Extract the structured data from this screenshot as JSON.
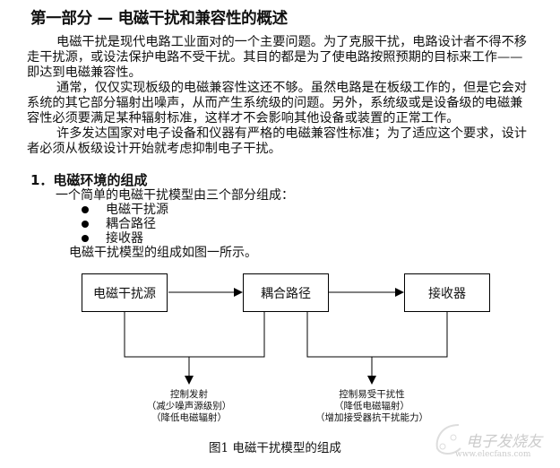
{
  "title": "第一部分 — 电磁干扰和兼容性的概述",
  "intro_lines": [
    "电磁干扰是现代电路工业面对的一个主要问题。为了克服干扰，电路设计者不得不移",
    "走干扰源，或设法保护电路不受干扰。其目的都是为了使电路按照预期的目标来工作——",
    "即达到电磁兼容性。",
    "通常，仅仅实现板级的电磁兼容性这还不够。虽然电路是在板级工作的，但是它会对",
    "系统的其它部分辐射出噪声，从而产生系统级的问题。另外，系统级或是设备级的电磁兼",
    "容性必须要满足某种辐射标准，这样才不会影响其他设备或装置的正常工作。",
    "许多发达国家对电子设备和仪器有严格的电磁兼容性标准；为了适应这个要求，设计",
    "者必须从板级设计开始就考虑抑制电子干扰。"
  ],
  "section": {
    "heading": "1．电磁环境的组成",
    "lead": "一个简单的电磁干扰模型由三个部分组成：",
    "bullets": [
      "电磁干扰源",
      "耦合路径",
      "接收器"
    ],
    "after": "电磁干扰模型的组成如图一所示。"
  },
  "diagram": {
    "boxes": [
      "电磁干扰源",
      "耦合路径",
      "接收器"
    ],
    "left_label": [
      "控制发射",
      "（减少噪声源级别）",
      "（降低电磁辐射）"
    ],
    "right_label": [
      "控制易受干扰性",
      "（降低电磁辐射）",
      "（增加接受器抗干扰能力）"
    ],
    "caption": "图1 电磁干扰模型的组成"
  },
  "watermark": {
    "logo_text": "电子发烧友",
    "url": "www.elecfans.com"
  }
}
